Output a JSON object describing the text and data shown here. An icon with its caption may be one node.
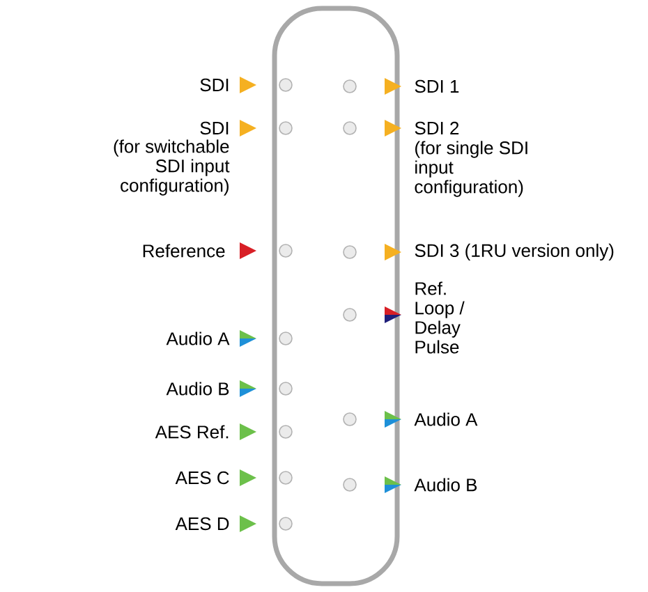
{
  "diagram": {
    "labels": [
      "SDI",
      "SDI 1",
      "SDI",
      "SDI 2",
      "(for switchable SDI input configuration)",
      "(for single SDI input configuration)",
      "Reference",
      "SDI 3 (1RU version only)",
      "Ref. Loop / Delay Pulse",
      "Audio A",
      "Audio B",
      "Audio A",
      "AES Ref.",
      "AES C",
      "Audio B",
      "AES D"
    ]
  }
}
